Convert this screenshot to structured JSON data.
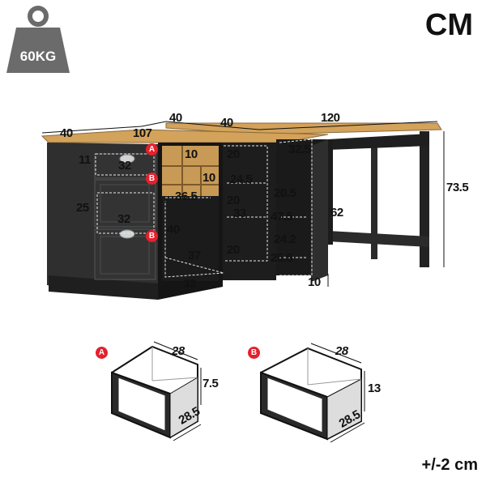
{
  "unit": "CM",
  "tolerance": "+/-2 cm",
  "weight": {
    "label": "60KG",
    "icon": "weight-icon"
  },
  "colors": {
    "wood": "#d3a25b",
    "body": "#2a2a2a",
    "accent": "#e5202d"
  },
  "dimensions": {
    "top_left_depth": "40",
    "top_length_left": "107",
    "top_depth_a": "40",
    "top_depth_b": "40",
    "top_length_right": "120",
    "height_total": "73.5",
    "drawer_small_height": "11",
    "drawer_width_top": "32",
    "drawer_large_height": "25",
    "drawer_width_mid": "32",
    "cubby_width_top": "10",
    "cubby_width_side": "10",
    "shelf_width": "36.5",
    "open_height": "40",
    "bottom_depth": "37",
    "bottom_width": "33",
    "mid_height_top": "20",
    "mid_depth": "24.5",
    "mid_height_mid": "20",
    "mid_width": "33",
    "mid_height_bottom": "20",
    "right_width_top": "32.5",
    "right_height_top": "20.5",
    "right_depth_mid": "47.5",
    "right_height_mid": "24.2",
    "right_depth_bottom": "25.5",
    "right_inner_height": "62",
    "right_panel_depth": "10"
  },
  "drawer_a": {
    "badge": "A",
    "width": "28",
    "height": "7.5",
    "depth": "28.5"
  },
  "drawer_b": {
    "badge": "B",
    "width": "28",
    "height": "13",
    "depth": "28.5"
  },
  "badges": {
    "a": "A",
    "b": "B"
  }
}
